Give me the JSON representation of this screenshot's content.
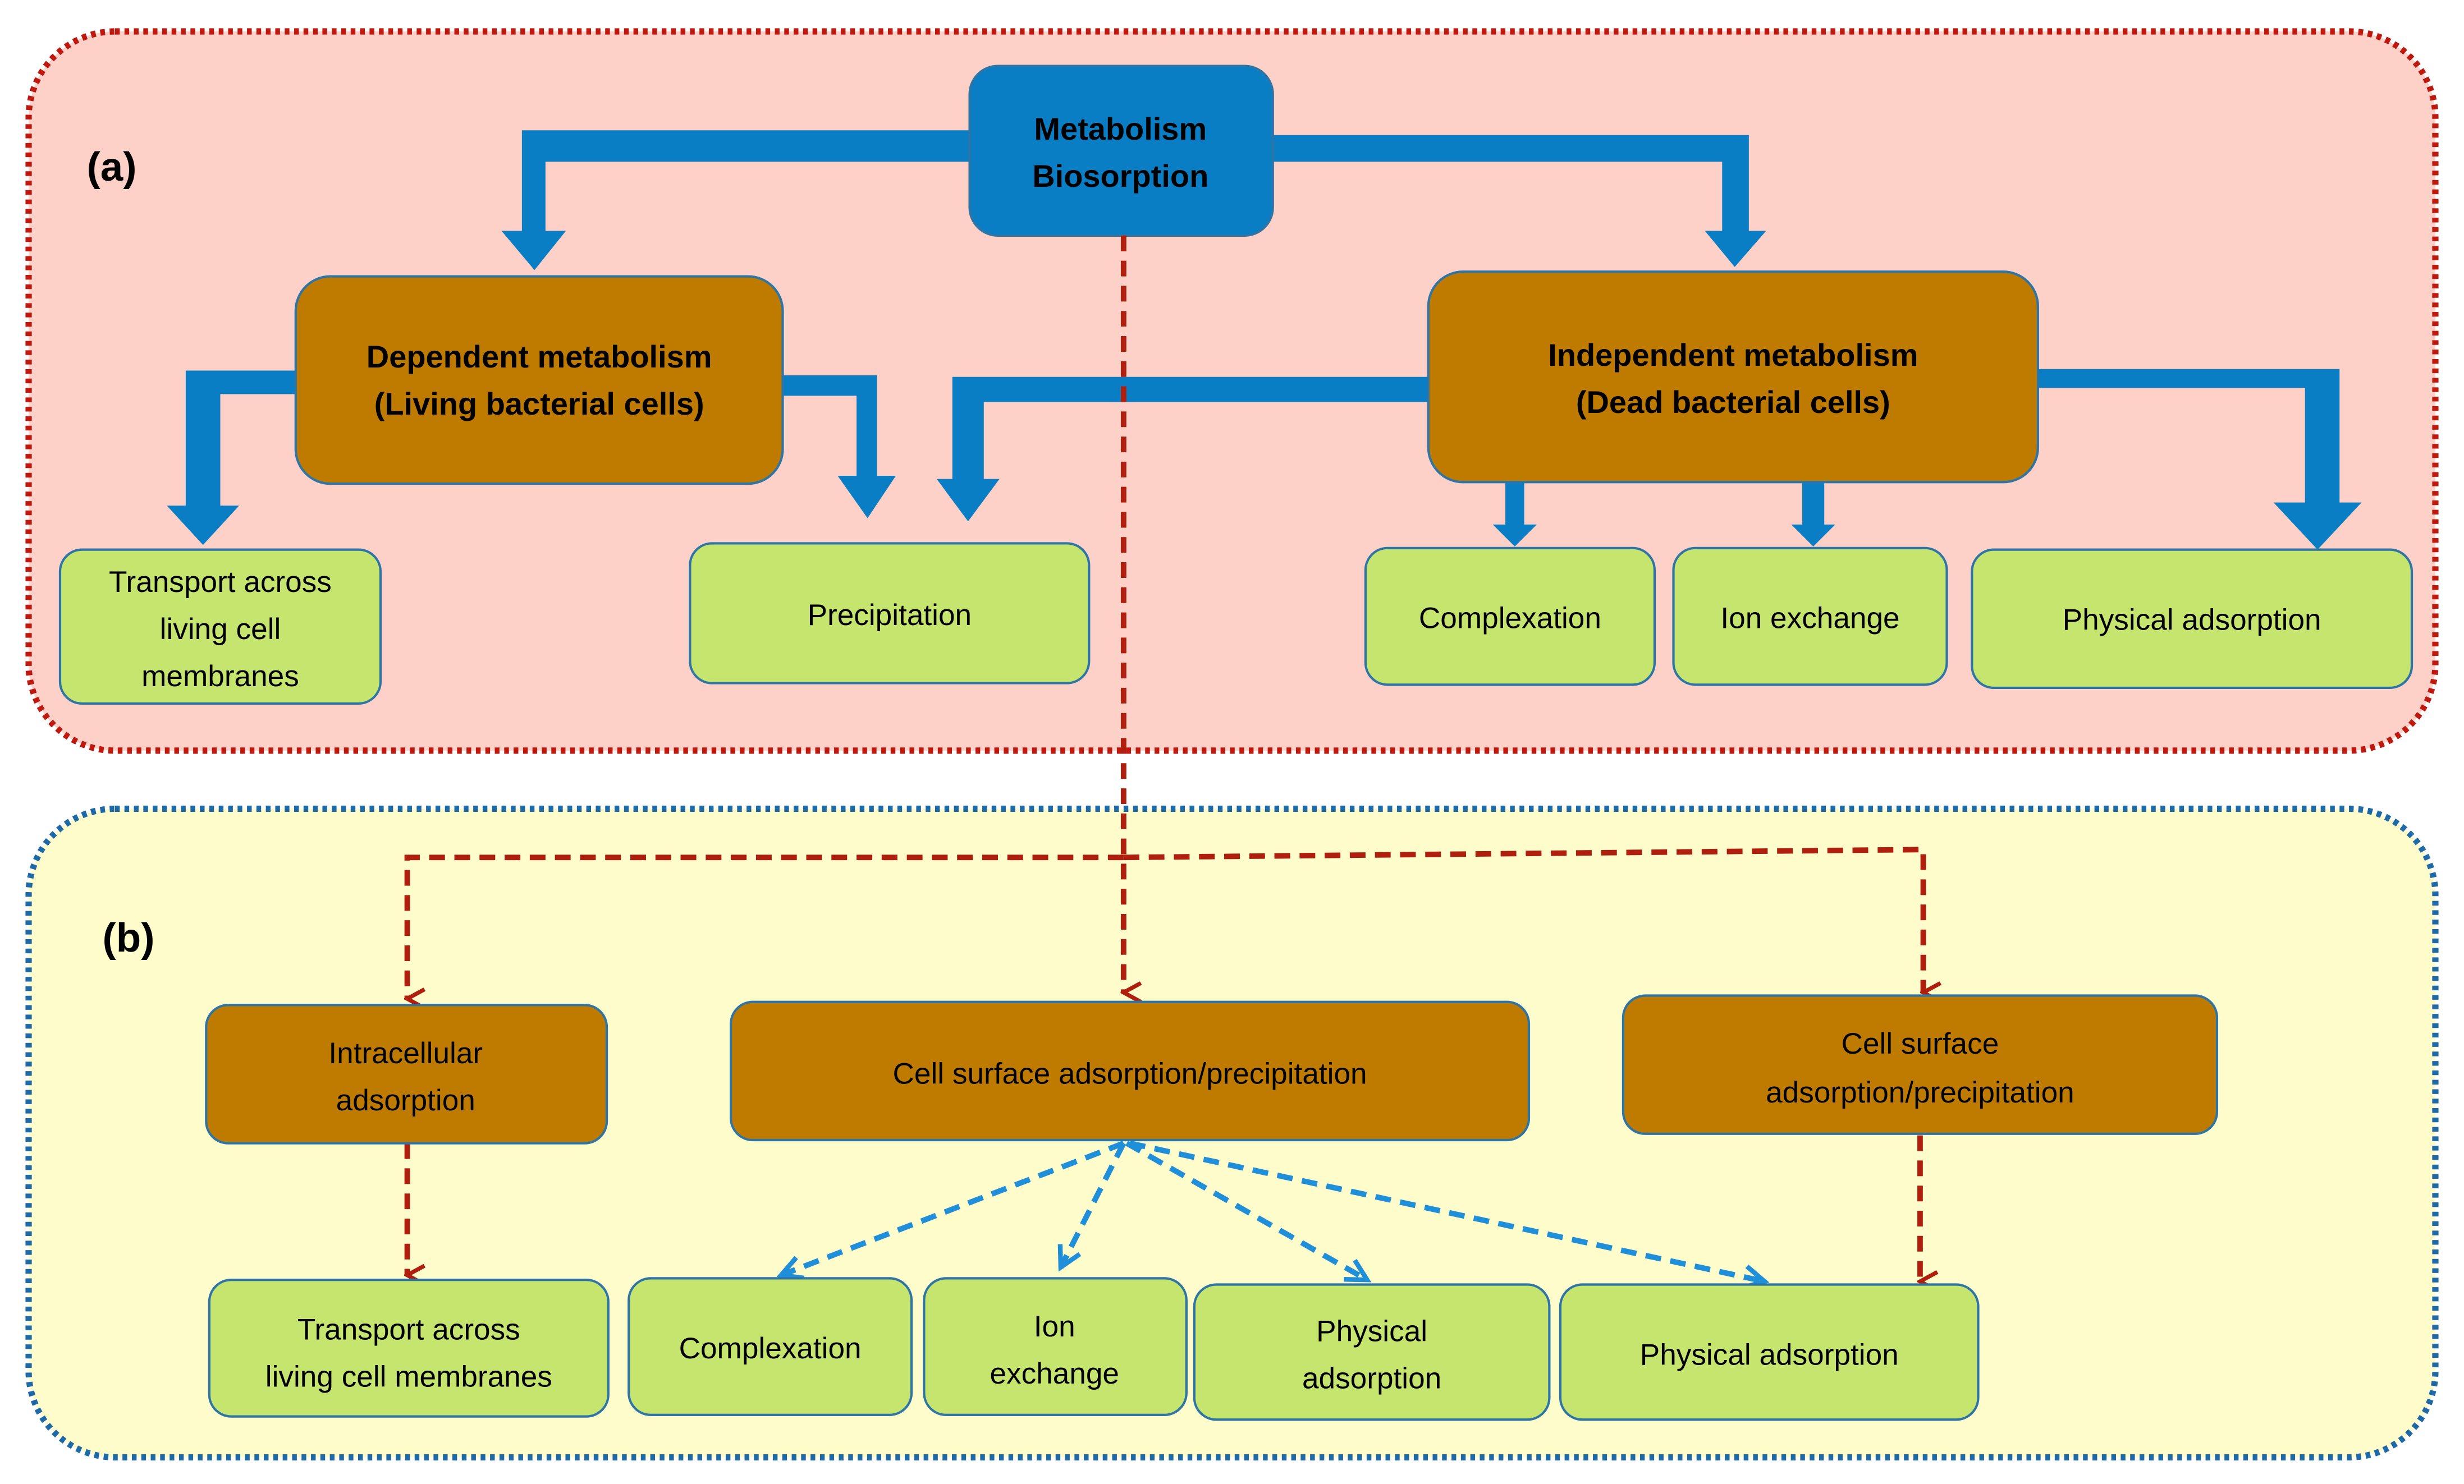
{
  "colors": {
    "panel_a_bg": "#FDD0C8",
    "panel_a_border": "#C0180E",
    "panel_b_bg": "#FEFCCB",
    "panel_b_border": "#1E6AA8",
    "root_box": "#0A7EC4",
    "category_box": "#BF7B00",
    "leaf_box": "#C5E56F",
    "box_outline": "#2E75A6",
    "solid_arrow": "#0A7EC4",
    "dashed_red_arrow": "#B01E0E",
    "dashed_blue_arrow": "#1E8FD8"
  },
  "panel_a": {
    "label": "(a)",
    "root": {
      "line1": "Metabolism",
      "line2": "Biosorption"
    },
    "dependent": {
      "line1": "Dependent metabolism",
      "line2": "(Living bacterial cells)"
    },
    "independent": {
      "line1": "Independent metabolism",
      "line2": "(Dead bacterial cells)"
    },
    "leaves": {
      "transport": [
        "Transport across",
        "living cell",
        "membranes"
      ],
      "precipitation": "Precipitation",
      "complexation": "Complexation",
      "ion_exchange": "Ion exchange",
      "physical_adsorption": "Physical adsorption"
    }
  },
  "panel_b": {
    "label": "(b)",
    "intracellular": [
      "Intracellular",
      "adsorption"
    ],
    "cell_surface_center": "Cell surface adsorption/precipitation",
    "cell_surface_right": [
      "Cell surface",
      "adsorption/precipitation"
    ],
    "leaves": {
      "transport": [
        "Transport across",
        "living cell membranes"
      ],
      "complexation": "Complexation",
      "ion_exchange": [
        "Ion",
        "exchange"
      ],
      "physical_adsorption_small": [
        "Physical",
        "adsorption"
      ],
      "physical_adsorption": "Physical adsorption"
    }
  }
}
